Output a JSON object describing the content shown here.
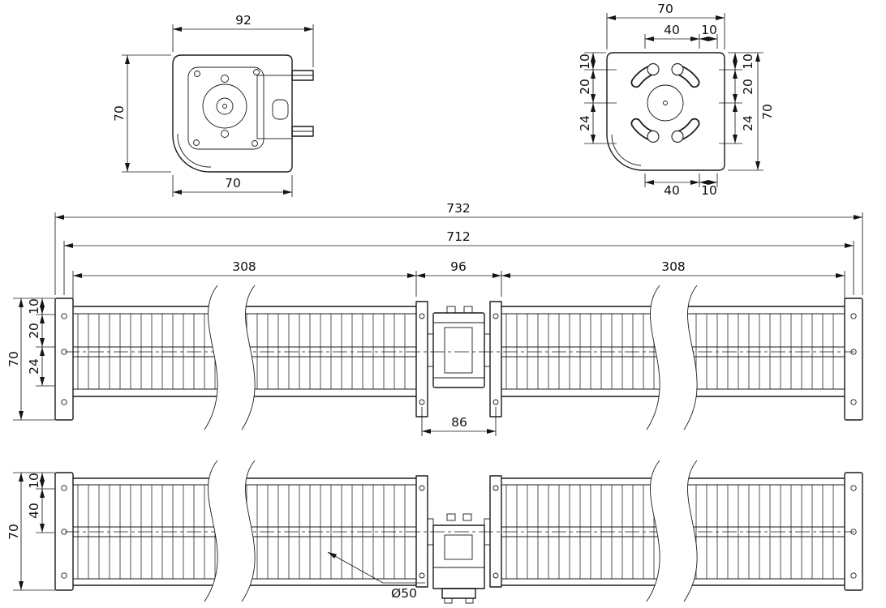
{
  "drawing": {
    "end_view_a": {
      "width_top": "92",
      "height_left": "70",
      "width_bottom": "70"
    },
    "end_view_b": {
      "width_top": "70",
      "top_a": "40",
      "top_b": "10",
      "left_a": "10",
      "left_b": "20",
      "left_c": "24",
      "right_a": "10",
      "right_b": "20",
      "right_c": "24",
      "height_right": "70",
      "bottom_a": "40",
      "bottom_b": "10"
    },
    "side_view_a": {
      "overall": "732",
      "inner": "712",
      "left_section": "308",
      "center_section": "96",
      "right_section": "308",
      "motor_mount": "86",
      "left_a": "10",
      "left_b": "20",
      "left_c": "24",
      "height": "70"
    },
    "side_view_b": {
      "left_a": "10",
      "left_b": "40",
      "height": "70",
      "roller_diameter": "Ø50"
    }
  }
}
